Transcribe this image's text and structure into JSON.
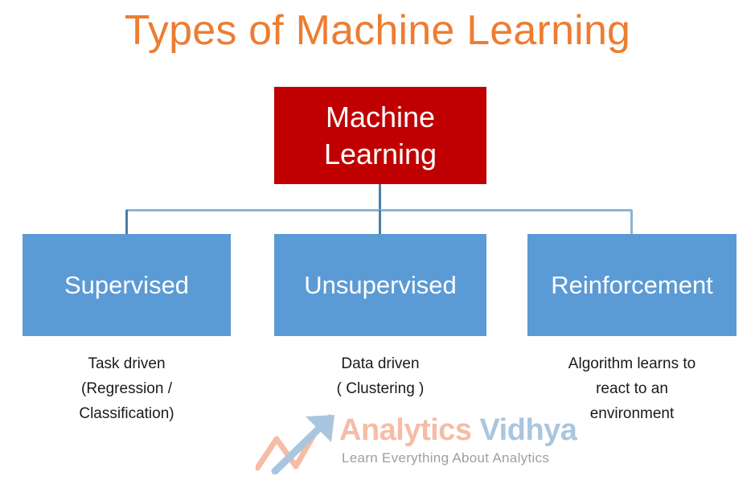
{
  "page": {
    "title": "Types of Machine Learning",
    "background_color": "#FFFFFF",
    "title_color": "#ED7D31"
  },
  "diagram": {
    "type": "hierarchy-tree",
    "root": {
      "label": "Machine\nLearning",
      "fill_color": "#C00000",
      "text_color": "#FFFFFF"
    },
    "connector_color": "#4A7EA8",
    "children": [
      {
        "label": "Supervised",
        "caption": "Task driven\n(Regression /\nClassification)",
        "fill_color": "#5B9BD5",
        "text_color": "#FFFFFF"
      },
      {
        "label": "Unsupervised",
        "caption": "Data driven\n( Clustering )",
        "fill_color": "#5B9BD5",
        "text_color": "#FFFFFF"
      },
      {
        "label": "Reinforcement",
        "caption": "Algorithm learns to\nreact to an\nenvironment",
        "fill_color": "#5B9BD5",
        "text_color": "#FFFFFF"
      }
    ]
  },
  "watermark": {
    "brand_first": "Analytics",
    "brand_second": " Vidhya",
    "tagline": "Learn Everything About Analytics",
    "brand_first_color": "#F6BCA6",
    "brand_second_color": "#A9C6DF",
    "tagline_color": "#9AA0A6",
    "mark_icon": "growth-arrow-icon"
  }
}
